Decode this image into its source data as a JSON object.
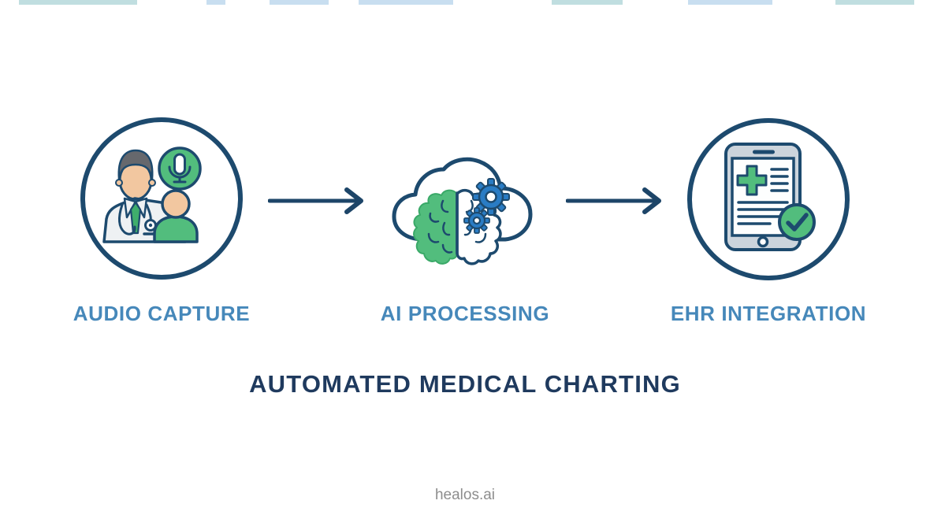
{
  "title": "AUTOMATED MEDICAL CHARTING",
  "steps": [
    {
      "label": "AUDIO CAPTURE",
      "icon": "doctor-patient-microphone-icon"
    },
    {
      "label": "AI PROCESSING",
      "icon": "cloud-brain-gears-icon"
    },
    {
      "label": "EHR INTEGRATION",
      "icon": "tablet-ehr-checkmark-icon"
    }
  ],
  "footer": {
    "brand": "healos.ai"
  },
  "colors": {
    "navy_outline": "#1d4a6e",
    "title_navy": "#1f3a5e",
    "label_steel_blue": "#4688ba",
    "green": "#52bd7d",
    "gear_blue": "#2a7cc4",
    "shirt_blue": "#3f97d6",
    "tie_green": "#3fae6c",
    "skin_tan": "#f2c7a0",
    "coat_white": "#eef1f3",
    "hair_gray": "#66686d",
    "tablet_gray": "#ccd4dc",
    "footer_gray": "#8d8d8d",
    "stripe_teal": "#5aa7ad",
    "stripe_blue": "#6fa7d7"
  }
}
